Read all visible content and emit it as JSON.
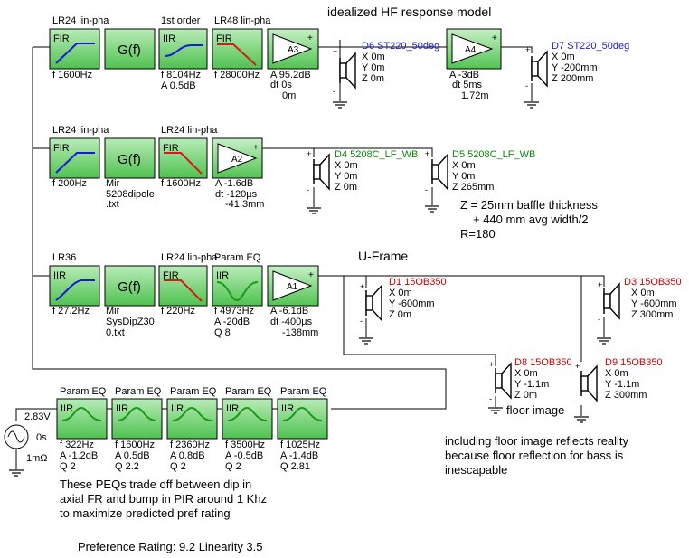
{
  "title": "idealized HF response model",
  "row1": {
    "fir": {
      "top": "LR24 lin-pha",
      "label": "FIR",
      "param": "f   1600Hz"
    },
    "gf": {
      "label": "G(f)"
    },
    "iir": {
      "top": "1st order",
      "label": "IIR",
      "p1": "f   8104Hz",
      "p2": "A   0.5dB"
    },
    "fir2": {
      "top": "LR48 lin-pha",
      "label": "FIR",
      "param": "f   28000Hz"
    },
    "amp": {
      "label": "A3",
      "p1": "A   95.2dB",
      "p2": "dt 0s",
      "p3": "0m"
    },
    "amp2": {
      "label": "A4",
      "p1": "A   -3dB",
      "p2": "dt 5ms",
      "p3": "1.72m"
    },
    "d6": {
      "name": "D6 ST220_50deg",
      "x": "X 0m",
      "y": "Y 0m",
      "z": "Z 0m"
    },
    "d7": {
      "name": "D7 ST220_50deg",
      "x": "X 0m",
      "y": "Y -200mm",
      "z": "Z 200mm"
    }
  },
  "row2": {
    "fir": {
      "top": "LR24 lin-pha",
      "label": "FIR",
      "param": "f   200Hz"
    },
    "gf": {
      "label": "G(f)",
      "p1": "Mir",
      "p2": "5208dipole",
      "p3": ".txt"
    },
    "fir2": {
      "top": "LR24 lin-pha",
      "label": "FIR",
      "param": "f   1600Hz"
    },
    "amp": {
      "label": "A2",
      "p1": "A   -1.6dB",
      "p2": "dt -120µs",
      "p3": "-41.3mm"
    },
    "d4": {
      "name": "D4 5208C_LF_WB",
      "x": "X 0m",
      "y": "Y 0m",
      "z": "Z 0m"
    },
    "d5": {
      "name": "D5 5208C_LF_WB",
      "x": "X 0m",
      "y": "Y 0m",
      "z": "Z 265mm"
    },
    "note1": "Z = 25mm baffle thickness",
    "note2": "+ 440 mm avg width/2",
    "note3": "R=180"
  },
  "row3": {
    "iir": {
      "top": "LR36",
      "label": "IIR",
      "param": "f   27.2Hz"
    },
    "gf": {
      "label": "G(f)",
      "p1": "Mir",
      "p2": "SysDipZ30",
      "p3": "0.txt"
    },
    "fir": {
      "top": "LR24 lin-pha",
      "label": "FIR",
      "param": "f   220Hz"
    },
    "peq": {
      "top": "Param EQ",
      "label": "IIR",
      "p1": "f   4973Hz",
      "p2": "A   -20dB",
      "p3": "Q   8"
    },
    "amp": {
      "label": "A1",
      "p1": "A   -6.1dB",
      "p2": "dt -400µs",
      "p3": "-138mm"
    },
    "uframe": "U-Frame",
    "d1": {
      "name": "D1 15OB350",
      "x": "X 0m",
      "y": "Y -600mm",
      "z": "Z 0m"
    },
    "d3": {
      "name": "D3 15OB350",
      "x": "X 0m",
      "y": "Y -600mm",
      "z": "Z 300mm"
    },
    "d8": {
      "name": "D8 15OB350",
      "x": "X 0m",
      "y": "Y -1.1m",
      "z": "Z 0m"
    },
    "d9": {
      "name": "D9 15OB350",
      "x": "X 0m",
      "y": "Y -1.1m",
      "z": "Z 300mm"
    },
    "floor": "floor image",
    "floor_note1": "including floor image reflects reality",
    "floor_note2": "because floor reflection for bass is",
    "floor_note3": "inescapable"
  },
  "source": {
    "voltage": "2.83V",
    "delay": "0s",
    "impedance": "1mΩ"
  },
  "peqs": [
    {
      "top": "Param EQ",
      "label": "IIR",
      "f": "f   322Hz",
      "a": "A   -1.2dB",
      "q": "Q   2"
    },
    {
      "top": "Param EQ",
      "label": "IIR",
      "f": "f   1600Hz",
      "a": "A   0.5dB",
      "q": "Q   2.2"
    },
    {
      "top": "Param EQ",
      "label": "IIR",
      "f": "f   2360Hz",
      "a": "A   0.8dB",
      "q": "Q   2"
    },
    {
      "top": "Param EQ",
      "label": "IIR",
      "f": "f   3500Hz",
      "a": "A   -0.5dB",
      "q": "Q   2"
    },
    {
      "top": "Param EQ",
      "label": "IIR",
      "f": "f   1025Hz",
      "a": "A   -1.4dB",
      "q": "Q   2.81"
    }
  ],
  "peq_note1": "These PEQs  trade off between dip in",
  "peq_note2": "axial FR and bump in PIR around 1 Khz",
  "peq_note3": "to maximize predicted pref rating",
  "rating": "Preference Rating: 9.2    Linearity 3.5",
  "colors": {
    "filter_block": "#6fd16f",
    "amp_block": "#6fd16f",
    "blue_curve": "#1a1ad6",
    "red_curve": "#d61a1a",
    "green_curve": "#1a9a1a",
    "blue_label": "#2020d0",
    "green_label": "#0a8a0a",
    "red_label": "#d00000"
  }
}
